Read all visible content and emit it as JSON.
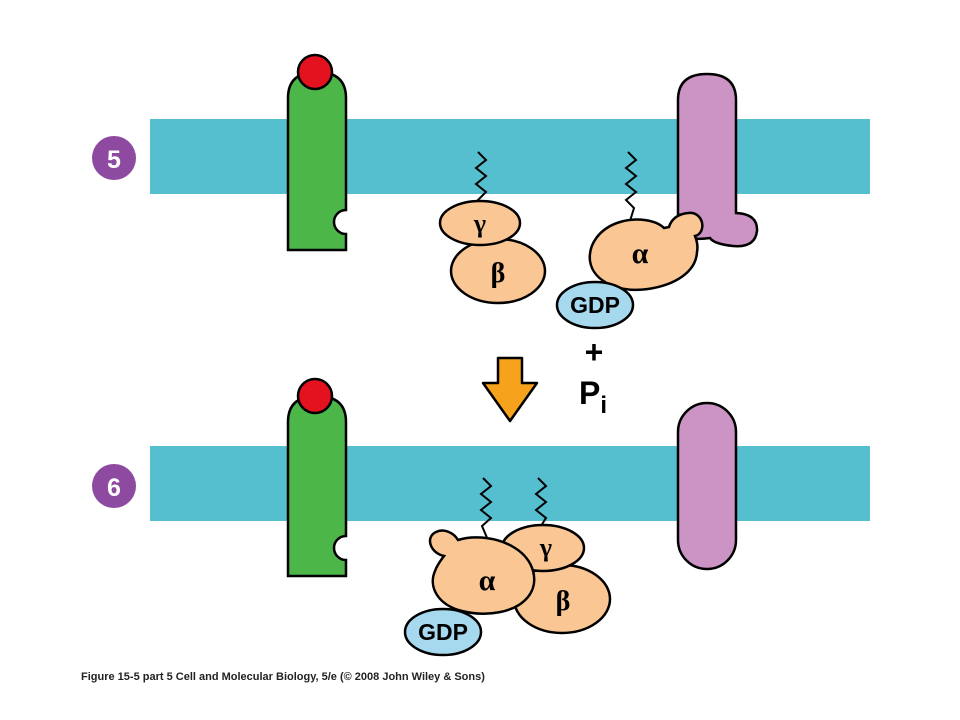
{
  "steps": [
    {
      "number": "5"
    },
    {
      "number": "6"
    }
  ],
  "subunits": {
    "gamma": "γ",
    "beta": "β",
    "alpha": "α"
  },
  "gdp": "GDP",
  "plus": "+",
  "pi": {
    "base": "P",
    "sub": "i"
  },
  "caption": "Figure 15-5 part 5  Cell and Molecular Biology, 5/e (© 2008 John Wiley & Sons)",
  "colors": {
    "membrane": "#56bfcf",
    "receptor": "#4cb648",
    "ligand": "#e3121e",
    "effector": "#cc94c5",
    "subunit": "#f9c694",
    "gdp": "#a6d9ee",
    "arrow": "#f6a21c",
    "step_badge": "#8d4aa0"
  }
}
